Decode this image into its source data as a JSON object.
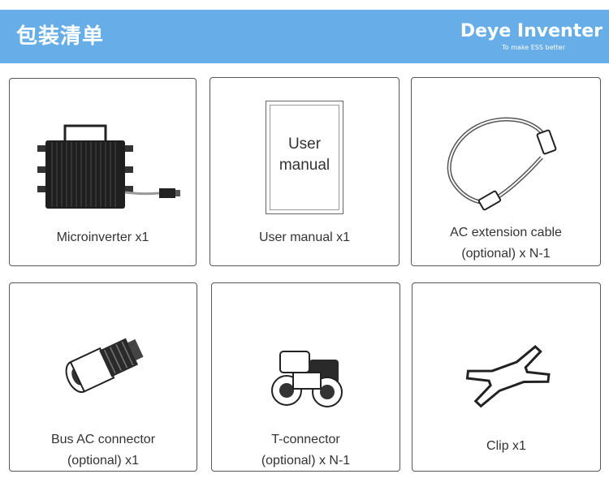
{
  "header": {
    "title": "包装清单",
    "brand_name": "Deye Inventer",
    "brand_tagline": "To make ESS better",
    "accent_color": "#67aee9"
  },
  "items": [
    {
      "label": "Microinverter x1",
      "icon": "microinverter-icon"
    },
    {
      "label": "User manual x1",
      "icon": "user-manual-icon",
      "cover_text": "User\nmanual"
    },
    {
      "label": "AC extension cable\n(optional)  x N-1",
      "icon": "ac-cable-icon"
    },
    {
      "label": "Bus AC connector\n(optional) x1",
      "icon": "bus-ac-connector-icon"
    },
    {
      "label": "T-connector\n(optional) x N-1",
      "icon": "t-connector-icon"
    },
    {
      "label": "Clip x1",
      "icon": "clip-icon"
    }
  ]
}
